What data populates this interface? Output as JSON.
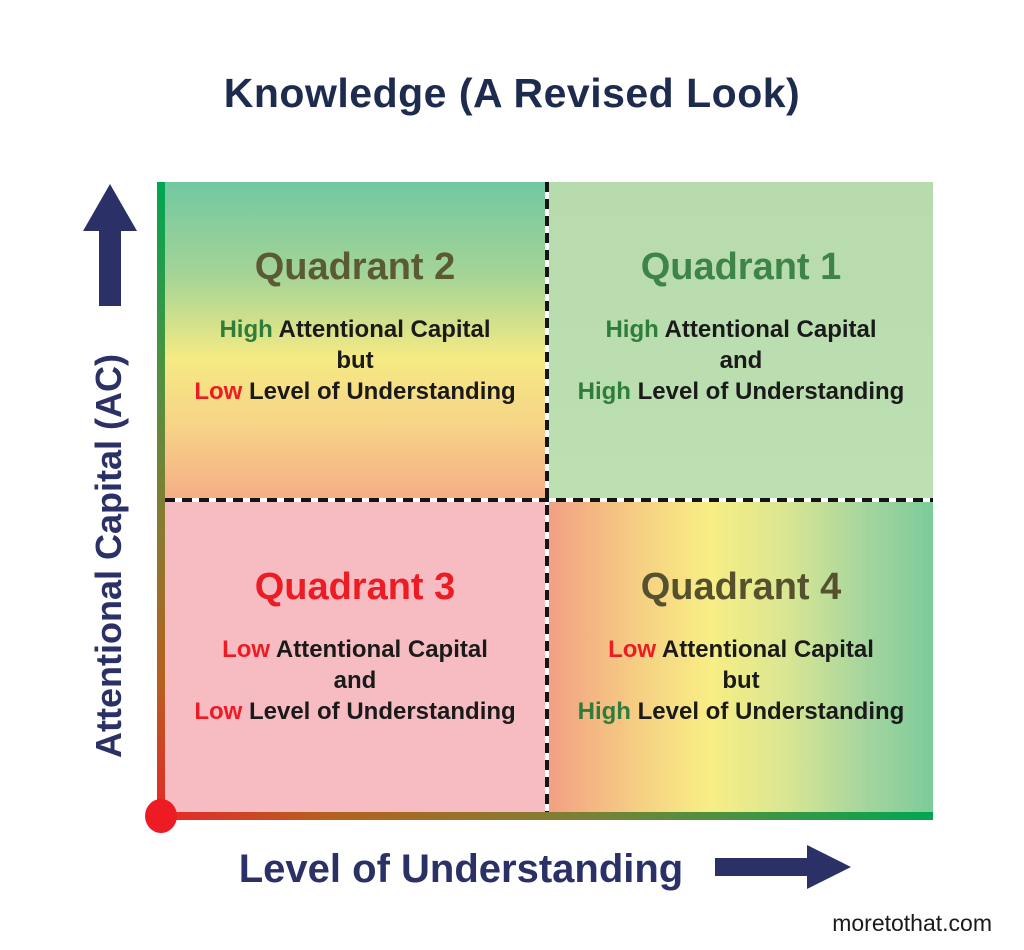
{
  "title": "Knowledge (A Revised Look)",
  "watermark": "moretothat.com",
  "axes": {
    "y_label": "Attentional Capital (AC)",
    "x_label": "Level of Understanding",
    "y_arrow_direction": "up",
    "x_arrow_direction": "right"
  },
  "colors": {
    "navy_title": "#1d2b4e",
    "navy_axis": "#2b3166",
    "green_text": "#2e7d3a",
    "red_text": "#ed1c24",
    "black_text": "#1a1a1a",
    "axis_gradient_green": "#00a651",
    "axis_gradient_olive": "#8a7a30",
    "axis_gradient_red": "#e8262a",
    "q1_background": "#badcb0",
    "q3_background": "#f7bcc2"
  },
  "quadrants": [
    {
      "position": "top-left",
      "title": "Quadrant 2",
      "title_color": "#5a5a35",
      "lines": [
        [
          {
            "t": "High",
            "c": "green"
          },
          {
            "t": " Attentional Capital",
            "c": "black"
          }
        ],
        [
          {
            "t": "but",
            "c": "black"
          }
        ],
        [
          {
            "t": "Low",
            "c": "red"
          },
          {
            "t": " Level of Understanding",
            "c": "black"
          }
        ]
      ]
    },
    {
      "position": "top-right",
      "title": "Quadrant 1",
      "title_color": "#3e8449",
      "lines": [
        [
          {
            "t": "High",
            "c": "green"
          },
          {
            "t": " Attentional Capital",
            "c": "black"
          }
        ],
        [
          {
            "t": "and",
            "c": "black"
          }
        ],
        [
          {
            "t": "High",
            "c": "green"
          },
          {
            "t": " Level of Understanding",
            "c": "black"
          }
        ]
      ]
    },
    {
      "position": "bottom-left",
      "title": "Quadrant 3",
      "title_color": "#ed1c24",
      "lines": [
        [
          {
            "t": "Low",
            "c": "red"
          },
          {
            "t": " Attentional Capital",
            "c": "black"
          }
        ],
        [
          {
            "t": "and",
            "c": "black"
          }
        ],
        [
          {
            "t": "Low",
            "c": "red"
          },
          {
            "t": " Level of Understanding",
            "c": "black"
          }
        ]
      ]
    },
    {
      "position": "bottom-right",
      "title": "Quadrant 4",
      "title_color": "#55512f",
      "lines": [
        [
          {
            "t": "Low",
            "c": "red"
          },
          {
            "t": " Attentional Capital",
            "c": "black"
          }
        ],
        [
          {
            "t": "but",
            "c": "black"
          }
        ],
        [
          {
            "t": "High",
            "c": "green"
          },
          {
            "t": " Level of Understanding",
            "c": "black"
          }
        ]
      ]
    }
  ]
}
